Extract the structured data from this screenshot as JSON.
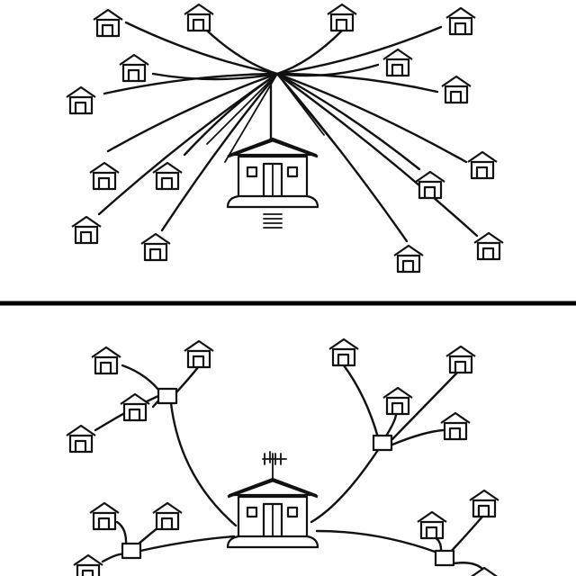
{
  "diagram": {
    "panels": [
      {
        "id": "direct-distribution",
        "hub_type": "antenna-mast",
        "house_count": 18
      },
      {
        "id": "splitter-distribution",
        "hub_type": "rooftop-antenna",
        "splitter_count": 4,
        "house_count": 14
      }
    ],
    "divider": "horizontal-line",
    "colors": {
      "ink": "#111111",
      "background": "#ffffff"
    },
    "icons": [
      "house-icon",
      "central-station-icon",
      "antenna-icon",
      "splitter-box-icon"
    ]
  }
}
